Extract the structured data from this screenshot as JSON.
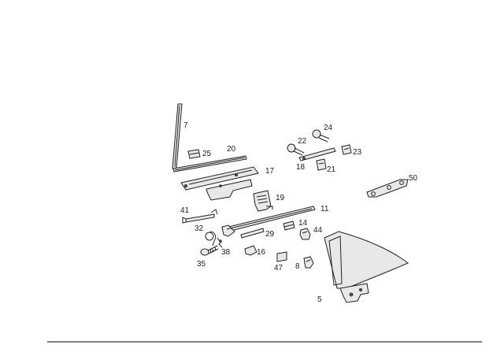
{
  "callouts": [
    {
      "id": "7",
      "label": "7"
    },
    {
      "id": "25",
      "label": "25"
    },
    {
      "id": "20",
      "label": "20"
    },
    {
      "id": "17",
      "label": "17"
    },
    {
      "id": "19",
      "label": "19"
    },
    {
      "id": "11",
      "label": "11"
    },
    {
      "id": "41",
      "label": "41"
    },
    {
      "id": "32",
      "label": "32"
    },
    {
      "id": "38",
      "label": "38"
    },
    {
      "id": "35",
      "label": "35"
    },
    {
      "id": "16",
      "label": "16"
    },
    {
      "id": "29",
      "label": "29"
    },
    {
      "id": "14",
      "label": "14"
    },
    {
      "id": "44",
      "label": "44"
    },
    {
      "id": "47",
      "label": "47"
    },
    {
      "id": "8",
      "label": "8"
    },
    {
      "id": "5",
      "label": "5"
    },
    {
      "id": "22",
      "label": "22"
    },
    {
      "id": "24",
      "label": "24"
    },
    {
      "id": "23",
      "label": "23"
    },
    {
      "id": "18",
      "label": "18"
    },
    {
      "id": "21",
      "label": "21"
    },
    {
      "id": "50",
      "label": "50"
    }
  ]
}
